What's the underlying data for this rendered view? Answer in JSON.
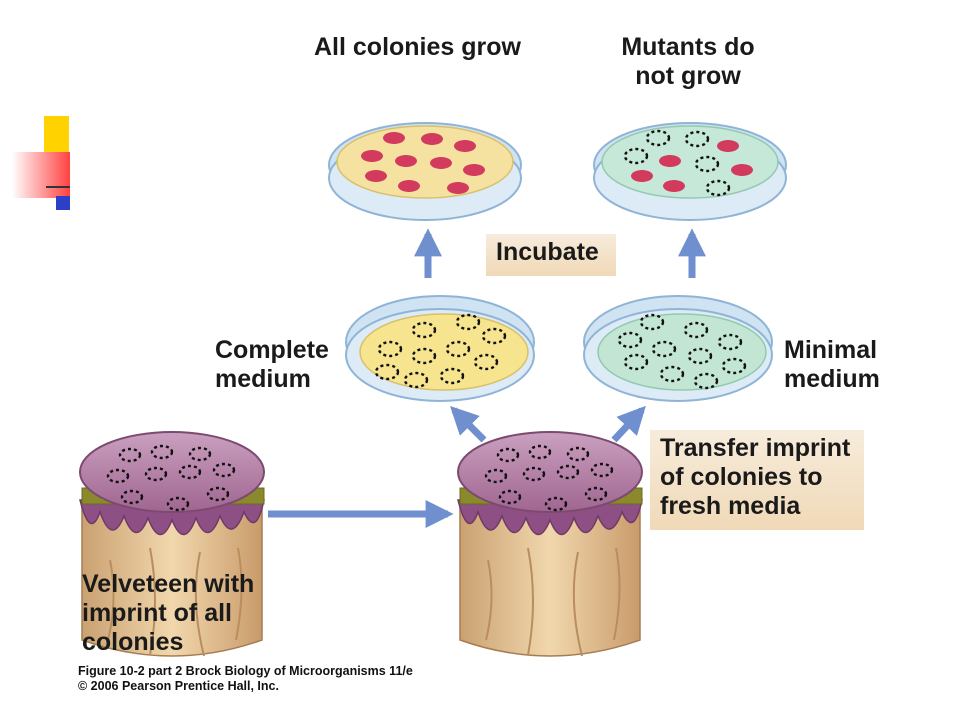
{
  "labels": {
    "all_colonies_grow": "All colonies grow",
    "mutants_line1": "Mutants do",
    "mutants_line2": "not grow",
    "incubate": "Incubate",
    "complete_line1": "Complete",
    "complete_line2": "medium",
    "minimal_line1": "Minimal",
    "minimal_line2": "medium",
    "transfer_line1": "Transfer imprint",
    "transfer_line2": "of colonies to",
    "transfer_line3": "fresh media",
    "velveteen_line1": "Velveteen with",
    "velveteen_line2": "imprint of all",
    "velveteen_line3": "colonies"
  },
  "caption": {
    "line1": "Figure 10-2 part 2  Brock Biology of Microorganisms 11/e",
    "line2": "© 2006 Pearson Prentice Hall, Inc."
  },
  "colors": {
    "complete_medium": "#f5e38f",
    "minimal_medium": "#bfe6d2",
    "colony_red": "#d23a5e",
    "arrow_blue": "#6f8fcf",
    "velvet_purple": "#b679a4",
    "wood": "#e9c99a",
    "label_box": "#f1dcbc"
  }
}
